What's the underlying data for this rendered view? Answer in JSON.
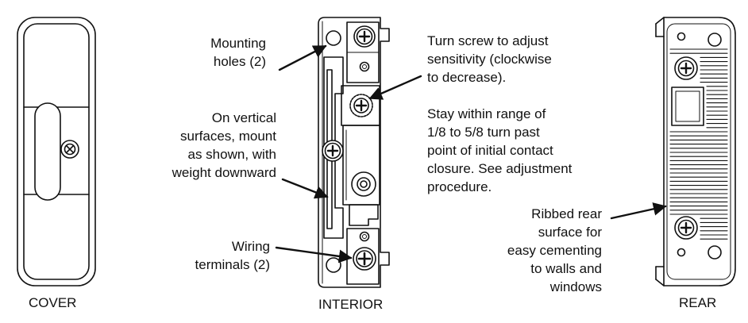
{
  "captions": {
    "cover": "COVER",
    "interior": "INTERIOR",
    "rear": "REAR"
  },
  "callouts": {
    "mounting_holes": "Mounting\nholes (2)",
    "vertical_mount": "On vertical\nsurfaces, mount\nas shown, with\nweight downward",
    "wiring_terminals": "Wiring\nterminals (2)",
    "turn_screw": "Turn screw to adjust\nsensitivity (clockwise\nto decrease).",
    "stay_within": "Stay within range of\n1/8 to 5/8 turn past\npoint of initial contact\nclosure. See adjustment\nprocedure.",
    "ribbed_rear": "Ribbed rear\nsurface for\neasy cementing\nto walls and\nwindows"
  }
}
